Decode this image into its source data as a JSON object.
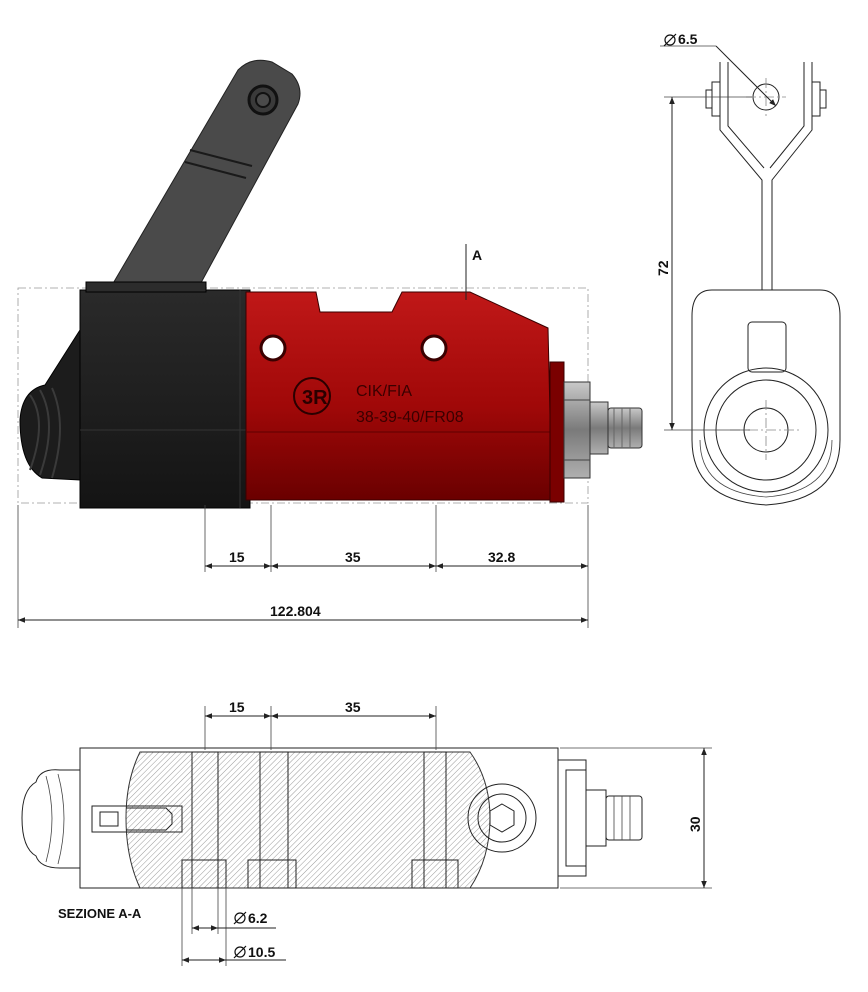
{
  "side_view": {
    "label_text_line1": "CIK/FIA",
    "label_text_line2": "38-39-40/FR08",
    "section_marker": "A",
    "dims": {
      "d1": "15",
      "d2": "35",
      "d3": "32.8",
      "overall": "122.804"
    }
  },
  "end_view": {
    "dims": {
      "hole_diameter": "6.5",
      "height": "72"
    }
  },
  "section_view": {
    "title": "SEZIONE A-A",
    "dims": {
      "d1": "15",
      "d2": "35",
      "height": "30",
      "small_diameter": "6.2",
      "large_diameter": "10.5"
    }
  },
  "colors": {
    "body_red": "#8e0000",
    "body_dark": "#1f1f1f",
    "lever_gray": "#4a4a4a"
  },
  "icons": [
    "diameter-symbol-icon",
    "brand-logo-icon"
  ]
}
